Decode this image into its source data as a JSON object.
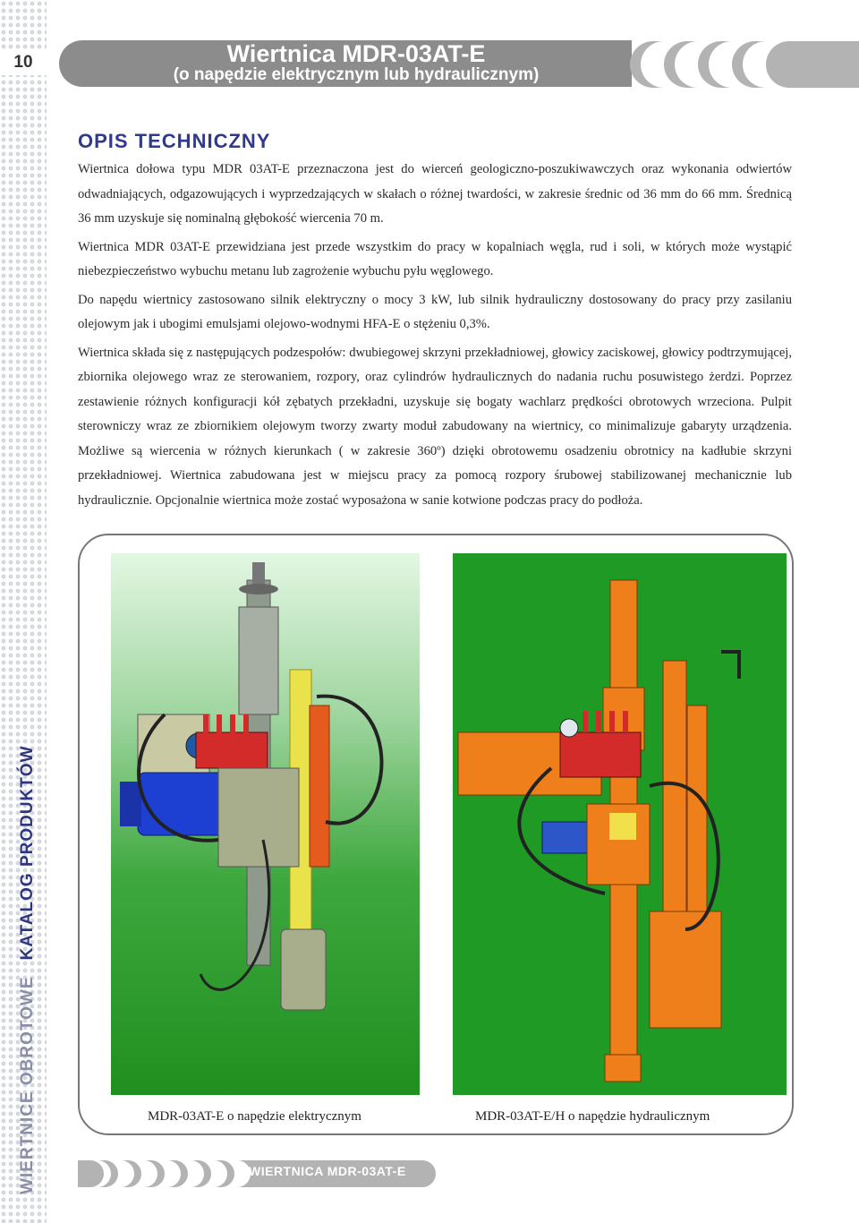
{
  "page": {
    "number": "10",
    "side_label_primary": "WIERTNICE OBROTOWE",
    "side_label_secondary": "KATALOG PRODUKTÓW"
  },
  "header": {
    "title": "Wiertnica MDR-03AT-E",
    "subtitle": "(o napędzie elektrycznym lub hydraulicznym)"
  },
  "section": {
    "heading": "OPIS  TECHNICZNY",
    "paragraphs": [
      "Wiertnica dołowa typu MDR 03AT-E  przeznaczona jest do wierceń geologiczno-poszukiwawczych oraz wykonania odwiertów odwadniających, odgazowujących i wyprzedzających w skałach o różnej twardości, w zakresie średnic od 36 mm do 66 mm. Średnicą 36 mm uzyskuje się nominalną głębokość wiercenia 70 m.",
      "Wiertnica MDR 03AT-E przewidziana jest przede wszystkim do pracy w kopalniach węgla, rud i soli, w których może wystąpić niebezpieczeństwo wybuchu metanu lub zagrożenie wybuchu pyłu węglowego.",
      "Do napędu wiertnicy zastosowano silnik elektryczny o mocy 3 kW, lub silnik hydrauliczny dostosowany do pracy przy zasilaniu olejowym jak i ubogimi emulsjami olejowo-wodnymi HFA-E o stężeniu 0,3%.",
      "Wiertnica składa się z następujących podzespołów: dwubiegowej skrzyni przekładniowej, głowicy zaciskowej, głowicy podtrzymującej, zbiornika olejowego wraz ze sterowaniem, rozpory, oraz cylindrów hydraulicznych do nadania ruchu posuwistego żerdzi. Poprzez zestawienie różnych konfiguracji kół zębatych przekładni, uzyskuje się bogaty wachlarz prędkości obrotowych wrzeciona. Pulpit sterowniczy wraz ze zbiornikiem olejowym tworzy zwarty moduł zabudowany na wiertnicy, co minimalizuje gabaryty urządzenia.  Możliwe są wiercenia w różnych kierunkach ( w zakresie 360º) dzięki obrotowemu osadzeniu obrotnicy na kadłubie skrzyni przekładniowej. Wiertnica zabudowana jest w miejscu pracy za pomocą rozpory śrubowej stabilizowanej mechanicznie lub hydraulicznie. Opcjonalnie wiertnica może zostać wyposażona w sanie kotwione podczas pracy do podłoża."
    ]
  },
  "figures": {
    "left_caption": "MDR-03AT-E o napędzie elektrycznym",
    "right_caption": "MDR-03AT-E/H o napędzie hydraulicznym"
  },
  "footer": {
    "label": "WIERTNICA MDR-03AT-E"
  },
  "colors": {
    "accent": "#303a8c",
    "header_gray": "#8c8c8c",
    "machine_orange": "#ef7f1a"
  }
}
